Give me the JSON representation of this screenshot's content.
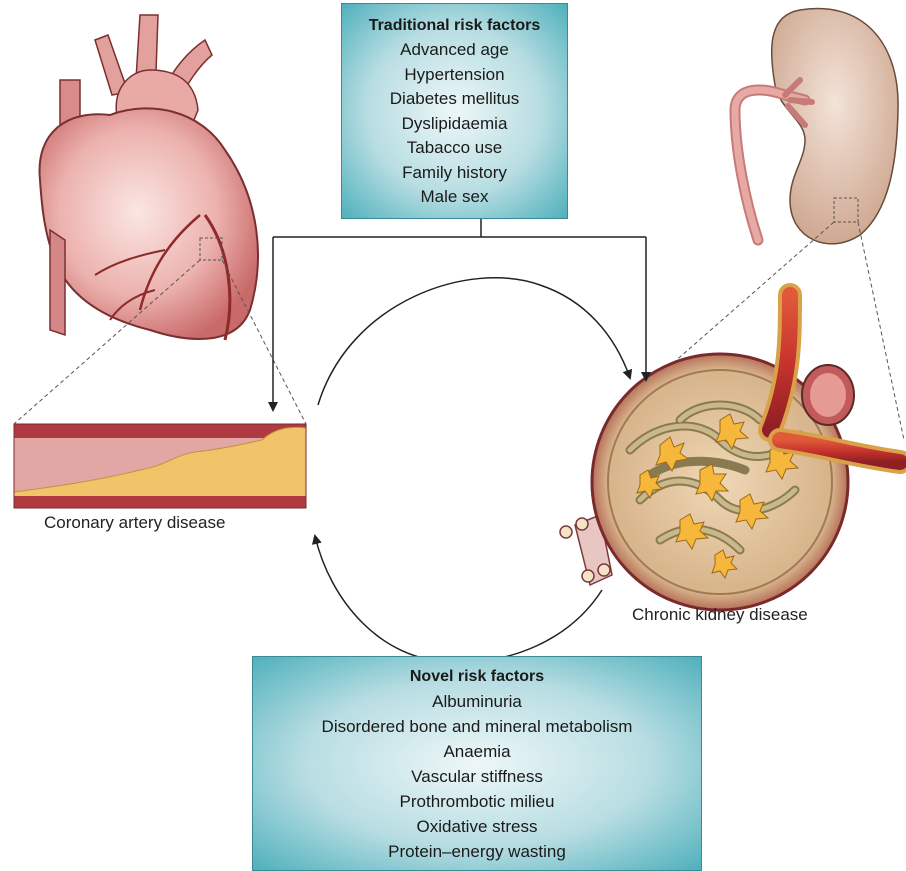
{
  "traditional": {
    "title": "Traditional risk factors",
    "items": [
      "Advanced age",
      "Hypertension",
      "Diabetes mellitus",
      "Dyslipidaemia",
      "Tabacco use",
      "Family history",
      "Male sex"
    ]
  },
  "novel": {
    "title": "Novel risk factors",
    "items": [
      "Albuminuria",
      "Disordered bone and mineral metabolism",
      "Anaemia",
      "Vascular stiffness",
      "Prothrombotic milieu",
      "Oxidative stress",
      "Protein–energy wasting"
    ]
  },
  "labels": {
    "cad": "Coronary artery disease",
    "ckd": "Chronic kidney disease"
  },
  "colors": {
    "box_fill": "#b7dde2",
    "box_edge": "#4fb0bc",
    "artery_red": "#a8323a",
    "plaque_yellow": "#f3c66c",
    "heart_pink": "#e6a6a6",
    "kidney_beige": "#e3c7b6"
  }
}
